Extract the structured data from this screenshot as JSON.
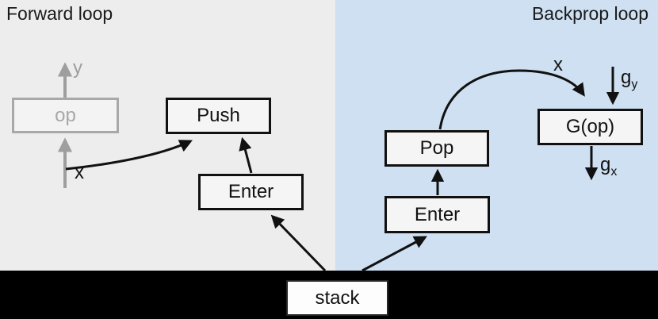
{
  "panels": {
    "forward": {
      "title": "Forward loop",
      "bg": "#ededed"
    },
    "backprop": {
      "title": "Backprop loop",
      "bg": "#cee0f2"
    }
  },
  "nodes": {
    "op": "op",
    "push": "Push",
    "enter_forward": "Enter",
    "pop": "Pop",
    "enter_backprop": "Enter",
    "gop": "G(op)",
    "stack": "stack"
  },
  "labels": {
    "y_forward": "y",
    "x_forward": "x",
    "x_backprop": "x",
    "g_base": "g",
    "g_sub_y": "y",
    "g_sub_x": "x"
  },
  "colors": {
    "forward_bg": "#ededed",
    "backprop_bg": "#cee0f2",
    "footer_bg": "#000000",
    "muted_gray": "#9e9e9e",
    "line_black": "#111111",
    "node_fill": "#f5f5f5"
  }
}
